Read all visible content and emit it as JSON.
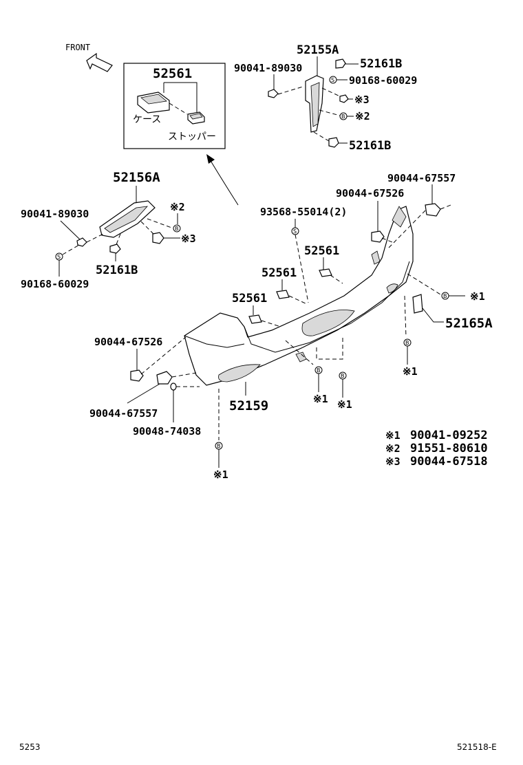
{
  "direction": {
    "label": "FRONT"
  },
  "inset": {
    "part_no": "52561",
    "case_label": "ケース",
    "stopper_label": "ストッパー"
  },
  "parts": {
    "p52155A": "52155A",
    "p52161B_a": "52161B",
    "p90041_89030_top": "90041-89030",
    "p90168_60029_top": "90168-60029",
    "mark3_top": "※3",
    "mark2_top": "※2",
    "p52161B_b": "52161B",
    "p52156A": "52156A",
    "p90041_89030_left": "90041-89030",
    "mark2_left": "※2",
    "mark3_left": "※3",
    "p52161B_left": "52161B",
    "p90168_60029_left": "90168-60029",
    "p90044_67557_right": "90044-67557",
    "p90044_67526_right": "90044-67526",
    "p93568_55014": "93568-55014(2)",
    "p52561_a": "52561",
    "p52561_b": "52561",
    "p52561_c": "52561",
    "p52165A": "52165A",
    "mark1_right": "※1",
    "mark1_right_low": "※1",
    "p90044_67526_left": "90044-67526",
    "p90044_67557_left": "90044-67557",
    "p52159": "52159",
    "mark1_mid_a": "※1",
    "mark1_mid_b": "※1",
    "p90048_74038": "90048-74038",
    "mark1_bottom": "※1"
  },
  "callouts": {
    "bolt_letter": "B",
    "screw_letter": "S"
  },
  "legend": [
    {
      "mark": "※1",
      "part": "90041-09252"
    },
    {
      "mark": "※2",
      "part": "91551-80610"
    },
    {
      "mark": "※3",
      "part": "90044-67518"
    }
  ],
  "footer": {
    "page_code": "5253",
    "figure_code": "521518-E"
  }
}
